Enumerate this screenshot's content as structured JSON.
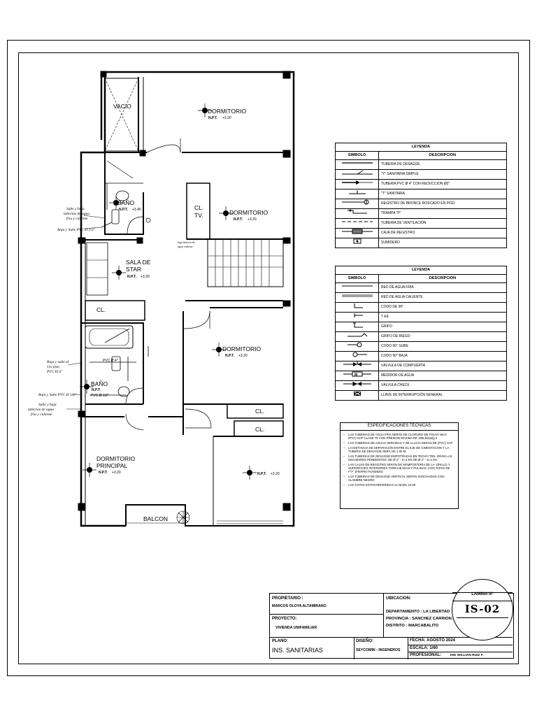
{
  "rooms": {
    "vacio": "VACIO",
    "dormitorio_1": "DORMITORIO",
    "dormitorio_1_npt": "+3.20",
    "dormitorio_2": "DORMITORIO",
    "dormitorio_2_npt": "+3.20",
    "cl_tv": "CL.",
    "cl_tv_2": "TV.",
    "bano_1": "BAÑO",
    "bano_1_npt": "+3.40",
    "sala_1": "SALA DE",
    "sala_2": "STAR",
    "sala_npt": "+3.20",
    "cl_1": "CL.",
    "dormitorio_3": "DORMITORIO",
    "dormitorio_3_npt": "+3.20",
    "bano_2": "BAÑO",
    "cl_2": "CL.",
    "cl_3": "CL.",
    "dorm_principal_1": "DORMITORIO",
    "dorm_principal_2": "PRINCIPAL",
    "dorm_principal_npt": "+3.20",
    "dorm_4_npt": "+3.20",
    "balcon": "BALCON",
    "npt_label": "N.P.T."
  },
  "notes": {
    "sube_baja_1": [
      "Sube y baja",
      "tuberias de agua",
      "fria y caliente"
    ],
    "baja_sube_pvc_1": "Baja y Sube PVC Ø 1/2\"",
    "baja_tuberia": [
      "baja tuberia de",
      "agua caliente"
    ],
    "baja_sube_1er": [
      "Baja y sube al",
      "1ro piso",
      "PVC Ø 4\""
    ],
    "baja_sube_pvc_2": "Baja y Sube PVC Ø 1/2\"",
    "sube_baja_2": [
      "Sube y baja",
      "tuberias de agua",
      "fria y caliente"
    ],
    "pvc_1": "PVC Ø 4\"",
    "pvc_2": "PVC Ø 1/2\""
  },
  "legend_1": {
    "title": "LEYENDA",
    "col_symbol": "SIMBOLO",
    "col_desc": "DESCRIPCION",
    "rows": [
      {
        "icon": "line-solid-icon",
        "desc": "TUBERÍA DE DESAGÜE"
      },
      {
        "icon": "y-sanitaria-icon",
        "desc": "\"Y\" SANITARIA SIMPLE"
      },
      {
        "icon": "reduction-icon",
        "desc": "TUBERÍA PVC Ø 4\" CON REDUCCION  Ø2\""
      },
      {
        "icon": "t-sanitaria-icon",
        "desc": "\"T\" SANITARIA"
      },
      {
        "icon": "registro-bronce-icon",
        "desc": "REGISTRO DE BRONCE ROSCADO EN PISO"
      },
      {
        "icon": "trampa-p-icon",
        "desc": "TRAMPA \"P\""
      },
      {
        "icon": "line-dashed-icon",
        "desc": "TUBERÍA DE VENTILACIÓN"
      },
      {
        "icon": "caja-registro-icon",
        "desc": "CAJA DE REGISTRO"
      },
      {
        "icon": "sumidero-icon",
        "desc": "SUMIDERO"
      }
    ]
  },
  "legend_2": {
    "title": "LEYENDA",
    "col_symbol": "SIMBOLO",
    "col_desc": "DESCRIPCION",
    "rows": [
      {
        "icon": "line-thin-icon",
        "desc": "RED DE AGUA FRÍA"
      },
      {
        "icon": "line-double-icon",
        "desc": "RED DE AGUA CALIENTE"
      },
      {
        "icon": "codo-90-icon",
        "desc": "CODO DE 90°"
      },
      {
        "icon": "tee-icon",
        "desc": "T EE"
      },
      {
        "icon": "grifo-icon",
        "desc": "GRIFO"
      },
      {
        "icon": "grifo-riego-icon",
        "desc": "GRIFO DE RIEGO"
      },
      {
        "icon": "codo-sube-icon",
        "desc": "CODO 90° SUBE"
      },
      {
        "icon": "codo-baja-icon",
        "desc": "CODO 90° BAJA"
      },
      {
        "icon": "valvula-compuerta-icon",
        "desc": "VÁLVULA DE COMPUERTA"
      },
      {
        "icon": "medidor-icon",
        "desc": "MEDIDOR DE AGUA"
      },
      {
        "icon": "valvula-check-icon",
        "desc": "VÁLVULA CHECK"
      },
      {
        "icon": "llave-general-icon",
        "desc": "LLAVE DE INTERRUPCIÓN GENERAL"
      }
    ]
  },
  "specs": {
    "title": "ESPECIFICACIONES TÉCNICAS",
    "items": [
      "LAS TUBERIAS DE AGUA FRIA SERÁN DE CLORURO DE POLIVI NILO (PVC) SAP CLASE 75 CON PRESION MAXIMA DE 105Lbs/pulg 2",
      "LAS TUBERIAS DE AGUAS SERVIDAS Y DE LLUVIA SERÁN DE (PVC) SAP",
      "LA DISTANCIA DE SEPARACIÓN ENTRE EL EJE DE CIMENTACION Y LA TUBERIA DE DESAGÜE SERÁ DE 1.00 M.",
      "LAS TUBERIAS DE DESAGÜE EMPOTRADAS EN TECHO TEN- DRÁN LAS SIGUIENTES PENDIENTES: DE Ø 2\" - S=1.5%  DE Ø 4\" - S=1.5%",
      "LAS CAJAS DE REGISTRO SERÁN DE MAMPOSTERÍA DE LA- DRILLO Y SUPERFICIES INTERIORES TARRAJEADAS Y PULIDAS, CON TAPAS DE F°F° (FIERRO FUNDIDO)",
      "LAS TUBERIAS DE DESAGÜE VERTICAL SERÁN SUNCHADOS CON ALAMBRE NEGRO",
      "LAS COTAS ESTAN REFERIDAS AL NIVEL ±0.00"
    ]
  },
  "title_block": {
    "propietario_label": "PROPIETARIO :",
    "propietario": "MARCOS  OLOYA  ALTAMIRANO",
    "proyecto_label": "PROYECTO:",
    "proyecto": "VIVIENDA UNIFAMILIAR",
    "ubicacion_label": "UBICACION:",
    "departamento": "DEPARTAMENTO : LA LIBERTAD",
    "provincia": "PROVINCIA : SANCHEZ CARRION.",
    "distrito": "DISTRITO :  MARCABALITO",
    "plano_label": "PLANO:",
    "plano": "INS. SANITARIAS",
    "diseno_label": "DISEÑO:",
    "diseno": "SEYCOMIN - INGENEROS",
    "fecha": "FECHA:   AGOSTO   2024",
    "escala": "ESCALA:  1/60",
    "profesional_label": "PROFESIONAL:",
    "profesional": "ING WILLIAN RUIZ F.",
    "lamina_label": "LAMINA N°",
    "lamina": "IS-02"
  }
}
